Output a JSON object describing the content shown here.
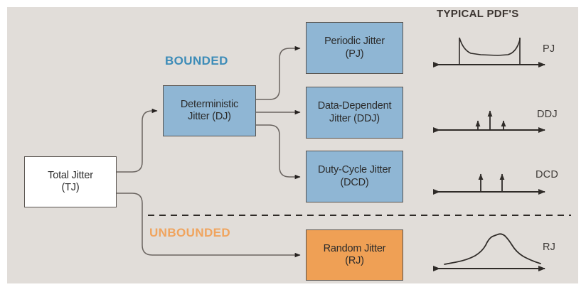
{
  "figure": {
    "panel_background": "#e1ddd9",
    "page_background": "#ffffff"
  },
  "colors": {
    "bounded_label": "#3d8cb8",
    "unbounded_label": "#f0a45e",
    "box_blue_fill": "#8fb6d4",
    "box_orange_fill": "#efa055",
    "box_white_fill": "#ffffff",
    "box_border": "#595450",
    "connector_line": "#6a6460",
    "plot_stroke": "#2f2b28",
    "title_text": "#3b3430"
  },
  "nodes": {
    "total_jitter": {
      "line1": "Total Jitter",
      "line2": "(TJ)",
      "style": "white"
    },
    "deterministic_jitter": {
      "line1": "Deterministic",
      "line2": "Jitter (DJ)",
      "style": "blue"
    },
    "periodic_jitter": {
      "line1": "Periodic Jitter",
      "line2": "(PJ)",
      "style": "blue"
    },
    "data_dependent_jitter": {
      "line1": "Data-Dependent",
      "line2": "Jitter (DDJ)",
      "style": "blue"
    },
    "duty_cycle_jitter": {
      "line1": "Duty-Cycle Jitter",
      "line2": "(DCD)",
      "style": "blue"
    },
    "random_jitter": {
      "line1": "Random Jitter",
      "line2": "(RJ)",
      "style": "orange"
    }
  },
  "region_labels": {
    "bounded": "BOUNDED",
    "unbounded": "UNBOUNDED"
  },
  "pdf_column": {
    "title": "TYPICAL PDF'S",
    "labels": {
      "pj": "PJ",
      "ddj": "DDJ",
      "dcd": "DCD",
      "rj": "RJ"
    }
  },
  "chart_data": [
    {
      "type": "line",
      "name": "PJ",
      "title": "PJ",
      "description": "Bathtub-shaped bounded probability density: two sharp peaks at the bounds with a shallow flat valley between them.",
      "xlabel": "",
      "ylabel": "",
      "axis_arrows": "both",
      "x": [
        0.24,
        0.245,
        0.27,
        0.32,
        0.4,
        0.5,
        0.6,
        0.68,
        0.73,
        0.755,
        0.76
      ],
      "values": [
        0.0,
        1.0,
        0.55,
        0.33,
        0.27,
        0.25,
        0.27,
        0.33,
        0.55,
        1.0,
        0.0
      ]
    },
    {
      "type": "bar",
      "name": "DDJ",
      "title": "DDJ",
      "description": "Three discrete impulses of unequal weight; the central impulse is the tallest.",
      "xlabel": "",
      "ylabel": "",
      "axis_arrows": "both",
      "categories": [
        "impulse-1",
        "impulse-2",
        "impulse-3"
      ],
      "x": [
        0.38,
        0.5,
        0.6
      ],
      "values": [
        0.55,
        1.0,
        0.55
      ]
    },
    {
      "type": "bar",
      "name": "DCD",
      "title": "DCD",
      "description": "Two discrete impulses of equal weight.",
      "xlabel": "",
      "ylabel": "",
      "axis_arrows": "both",
      "categories": [
        "impulse-1",
        "impulse-2"
      ],
      "x": [
        0.42,
        0.58
      ],
      "values": [
        1.0,
        1.0
      ]
    },
    {
      "type": "line",
      "name": "RJ",
      "title": "RJ",
      "description": "Unbounded Gaussian-like probability density with a single rounded central peak and long tails.",
      "xlabel": "",
      "ylabel": "",
      "axis_arrows": "both",
      "x": [
        0.06,
        0.18,
        0.28,
        0.36,
        0.42,
        0.46,
        0.5,
        0.54,
        0.58,
        0.64,
        0.72,
        0.82,
        0.94
      ],
      "values": [
        0.03,
        0.08,
        0.16,
        0.28,
        0.52,
        0.8,
        0.96,
        0.8,
        0.52,
        0.28,
        0.16,
        0.08,
        0.03
      ]
    }
  ]
}
